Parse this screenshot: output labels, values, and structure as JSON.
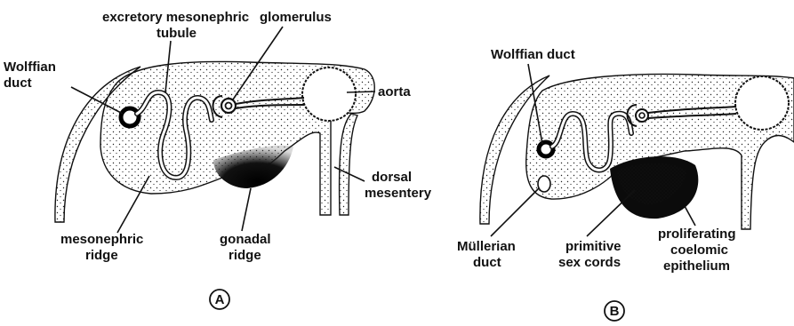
{
  "panels": [
    {
      "letter": "A",
      "labels": {
        "excretory": "excretory mesonephric",
        "tubule": "tubule",
        "glomerulus": "glomerulus",
        "wolffian_1": "Wolffian",
        "wolffian_2": "duct",
        "aorta": "aorta",
        "dorsal_1": "dorsal",
        "dorsal_2": "mesentery",
        "mesonephric_1": "mesonephric",
        "mesonephric_2": "ridge",
        "gonadal_1": "gonadal",
        "gonadal_2": "ridge"
      }
    },
    {
      "letter": "B",
      "labels": {
        "wolffian": "Wolffian duct",
        "mullerian_1": "Müllerian",
        "mullerian_2": "duct",
        "primitive_1": "primitive",
        "primitive_2": "sex cords",
        "proliferating_1": "proliferating",
        "proliferating_2": "coelomic",
        "proliferating_3": "epithelium"
      }
    }
  ]
}
